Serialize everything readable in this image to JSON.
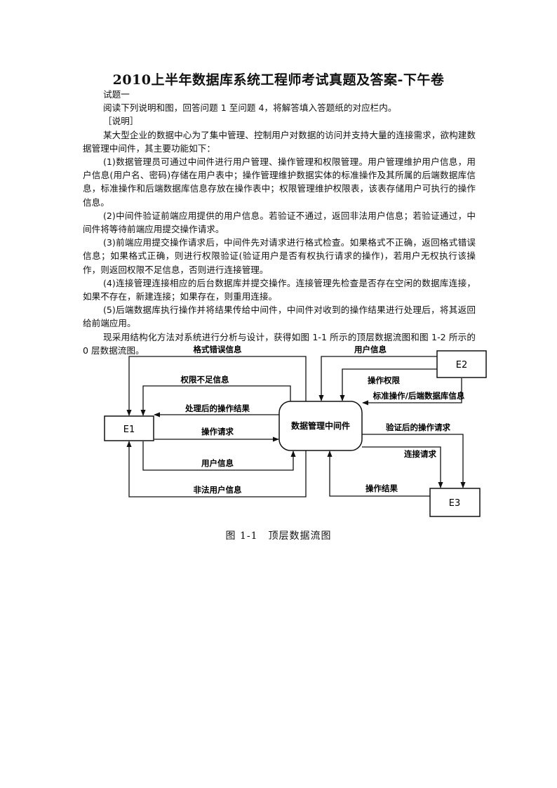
{
  "document": {
    "title": "2010上半年数据库系统工程师考试真题及答案-下午卷",
    "paragraphs": [
      "试题一",
      "阅读下列说明和图，回答问题 1 至问题 4，将解答填入答题纸的对应栏内。",
      "［说明］",
      "某大型企业的数据中心为了集中管理、控制用户对数据的访问并支持大量的连接需求，欲构建数据管理中间件，其主要功能如下：",
      "(1)数据管理员可通过中间件进行用户管理、操作管理和权限管理。用户管理维护用户信息，用户信息(用户名、密码)存储在用户表中；操作管理维护数据实体的标准操作及其所属的后端数据库信息，标准操作和后端数据库信息存放在操作表中；权限管理维护权限表，该表存储用户可执行的操作信息。",
      "(2)中间件验证前端应用提供的用户信息。若验证不通过，返回非法用户信息；若验证通过，中间件将等待前端应用提交操作请求。",
      "(3)前端应用提交操作请求后，中间件先对请求进行格式检查。如果格式不正确，返回格式错误信息；如果格式正确，则进行权限验证(验证用户是否有权执行请求的操作)，若用户无权执行该操作，则返回权限不足信息，否则进行连接管理。",
      "(4)连接管理连接相应的后台数据库并提交操作。连接管理先检查是否存在空闲的数据库连接，如果不存在，新建连接；如果存在，则重用连接。",
      "(5)后端数据库执行操作并将结果传给中间件，中间件对收到的操作结果进行处理后，将其返回给前端应用。",
      "现采用结构化方法对系统进行分析与设计，获得如图 1-1 所示的顶层数据流图和图 1-2 所示的 0 层数据流图。"
    ]
  },
  "diagram": {
    "entities": {
      "e1": "E1",
      "e2": "E2",
      "e3": "E3",
      "process": "数据管理中间件"
    },
    "flows": {
      "format_error": "格式错误信息",
      "no_permission": "权限不足信息",
      "processed_result": "处理后的操作结果",
      "op_request": "操作请求",
      "user_info_e1": "用户信息",
      "illegal_user": "非法用户信息",
      "user_info_e2": "用户信息",
      "op_permission": "操作权限",
      "standard_ops": "标准操作/后端数据库信息",
      "verified_request": "验证后的操作请求",
      "conn_request": "连接请求",
      "op_result": "操作结果"
    },
    "caption": "图 1-1　顶层数据流图"
  }
}
